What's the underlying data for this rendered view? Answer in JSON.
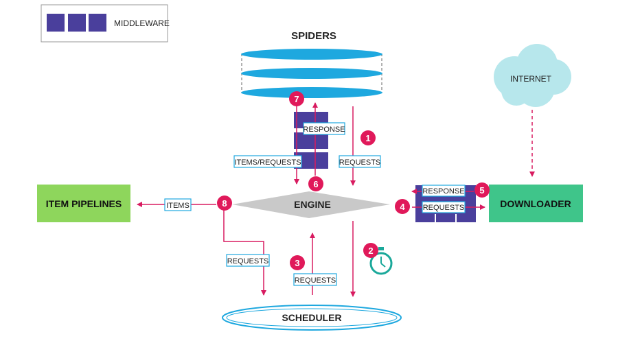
{
  "legend": {
    "label": "MIDDLEWARE"
  },
  "components": {
    "spiders": "SPIDERS",
    "engine": "ENGINE",
    "scheduler": "SCHEDULER",
    "downloader": "DOWNLOADER",
    "item_pipelines": "ITEM PIPELINES",
    "internet": "INTERNET"
  },
  "flow_labels": {
    "requests_1": "REQUESTS",
    "response_top": "RESPONSE",
    "items_requests": "ITEMS/REQUESTS",
    "items": "ITEMS",
    "requests_left": "REQUESTS",
    "requests_3": "REQUESTS",
    "response_right": "RESPONSE",
    "requests_right": "REQUESTS"
  },
  "steps": [
    "1",
    "2",
    "3",
    "4",
    "5",
    "6",
    "7",
    "8"
  ],
  "colors": {
    "middleware": "#4a3f9c",
    "arrow": "#d81b60",
    "badge": "#e0195a",
    "spiders": "#1ea8df",
    "engine": "#c9c9c9",
    "downloader": "#3fc58a",
    "pipelines": "#8ed65c",
    "cloud": "#b7e7ec",
    "label_border": "#1ea8df",
    "clock": "#1aa89a"
  }
}
